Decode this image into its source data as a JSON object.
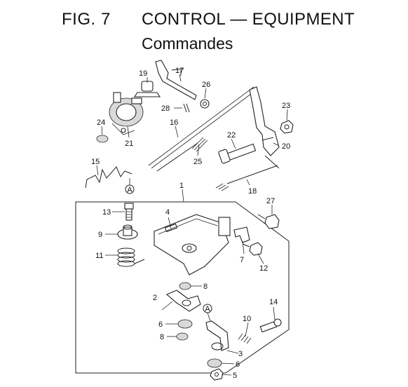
{
  "figure": {
    "label": "FIG.",
    "number": "7",
    "title": "CONTROL — EQUIPMENT",
    "subtitle": "Commandes"
  },
  "callouts": {
    "c1": "1",
    "c2": "2",
    "c3": "3",
    "c4": "4",
    "c5": "5",
    "c6a": "6",
    "c6b": "6",
    "c7": "7",
    "c8a": "8",
    "c8b": "8",
    "c9": "9",
    "c10": "10",
    "c11": "11",
    "c12": "12",
    "c13": "13",
    "c14": "14",
    "c15": "15",
    "c16": "16",
    "c17": "17",
    "c18": "18",
    "c19": "19",
    "c20": "20",
    "c21": "21",
    "c22": "22",
    "c23": "23",
    "c24": "24",
    "c25": "25",
    "c26": "26",
    "c27": "27",
    "c28": "28"
  },
  "ref_markers": {
    "a_top": "A",
    "a_bottom": "A"
  }
}
